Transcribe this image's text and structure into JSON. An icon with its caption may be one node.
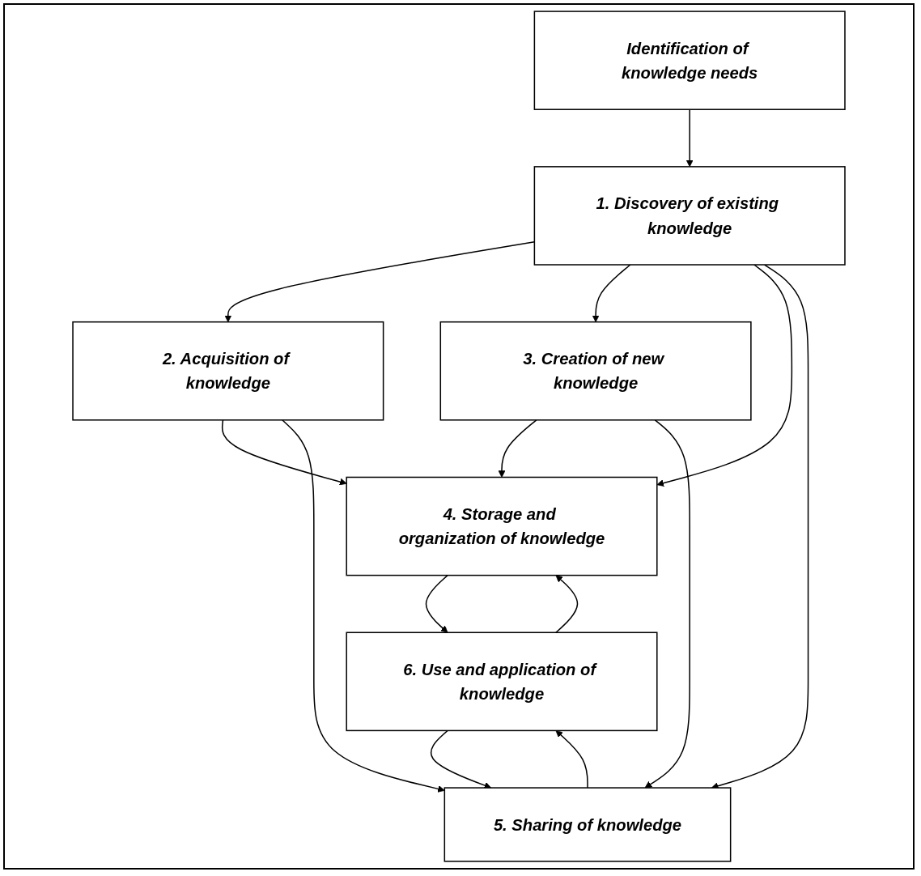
{
  "diagram": {
    "nodes": [
      {
        "text": [
          "Identification of knowledge needs"
        ]
      },
      {
        "text": [
          "1. Discovery of existing knowledge"
        ]
      },
      {
        "text": [
          "2. Acquisition of knowledge"
        ]
      },
      {
        "text": [
          "3. Creation of new knowledge"
        ]
      },
      {
        "text": [
          "4. Storage and organization of knowledge"
        ]
      },
      {
        "text": [
          "5. Sharing of knowledge"
        ]
      },
      {
        "text": [
          "6. Use and application of knowledge"
        ]
      }
    ],
    "edges": [
      {
        "from": 0,
        "to": 1,
        "arrow": "to"
      },
      {
        "from": 1,
        "to": 2,
        "arrow": "to"
      },
      {
        "from": 1,
        "to": 3,
        "arrow": "to"
      },
      {
        "from": 1,
        "to": 4,
        "arrow": "to"
      },
      {
        "from": 1,
        "to": 5,
        "arrow": "to"
      },
      {
        "from": 2,
        "to": 4,
        "arrow": "to"
      },
      {
        "from": 2,
        "to": 5,
        "arrow": "to"
      },
      {
        "from": 3,
        "to": 4,
        "arrow": "to"
      },
      {
        "from": 3,
        "to": 5,
        "arrow": "to"
      },
      {
        "from": 4,
        "to": 6,
        "arrow": "to"
      },
      {
        "from": 6,
        "to": 4,
        "arrow": "to"
      },
      {
        "from": 5,
        "to": 6,
        "arrow": "to"
      },
      {
        "from": 6,
        "to": 5,
        "arrow": "to"
      }
    ]
  }
}
